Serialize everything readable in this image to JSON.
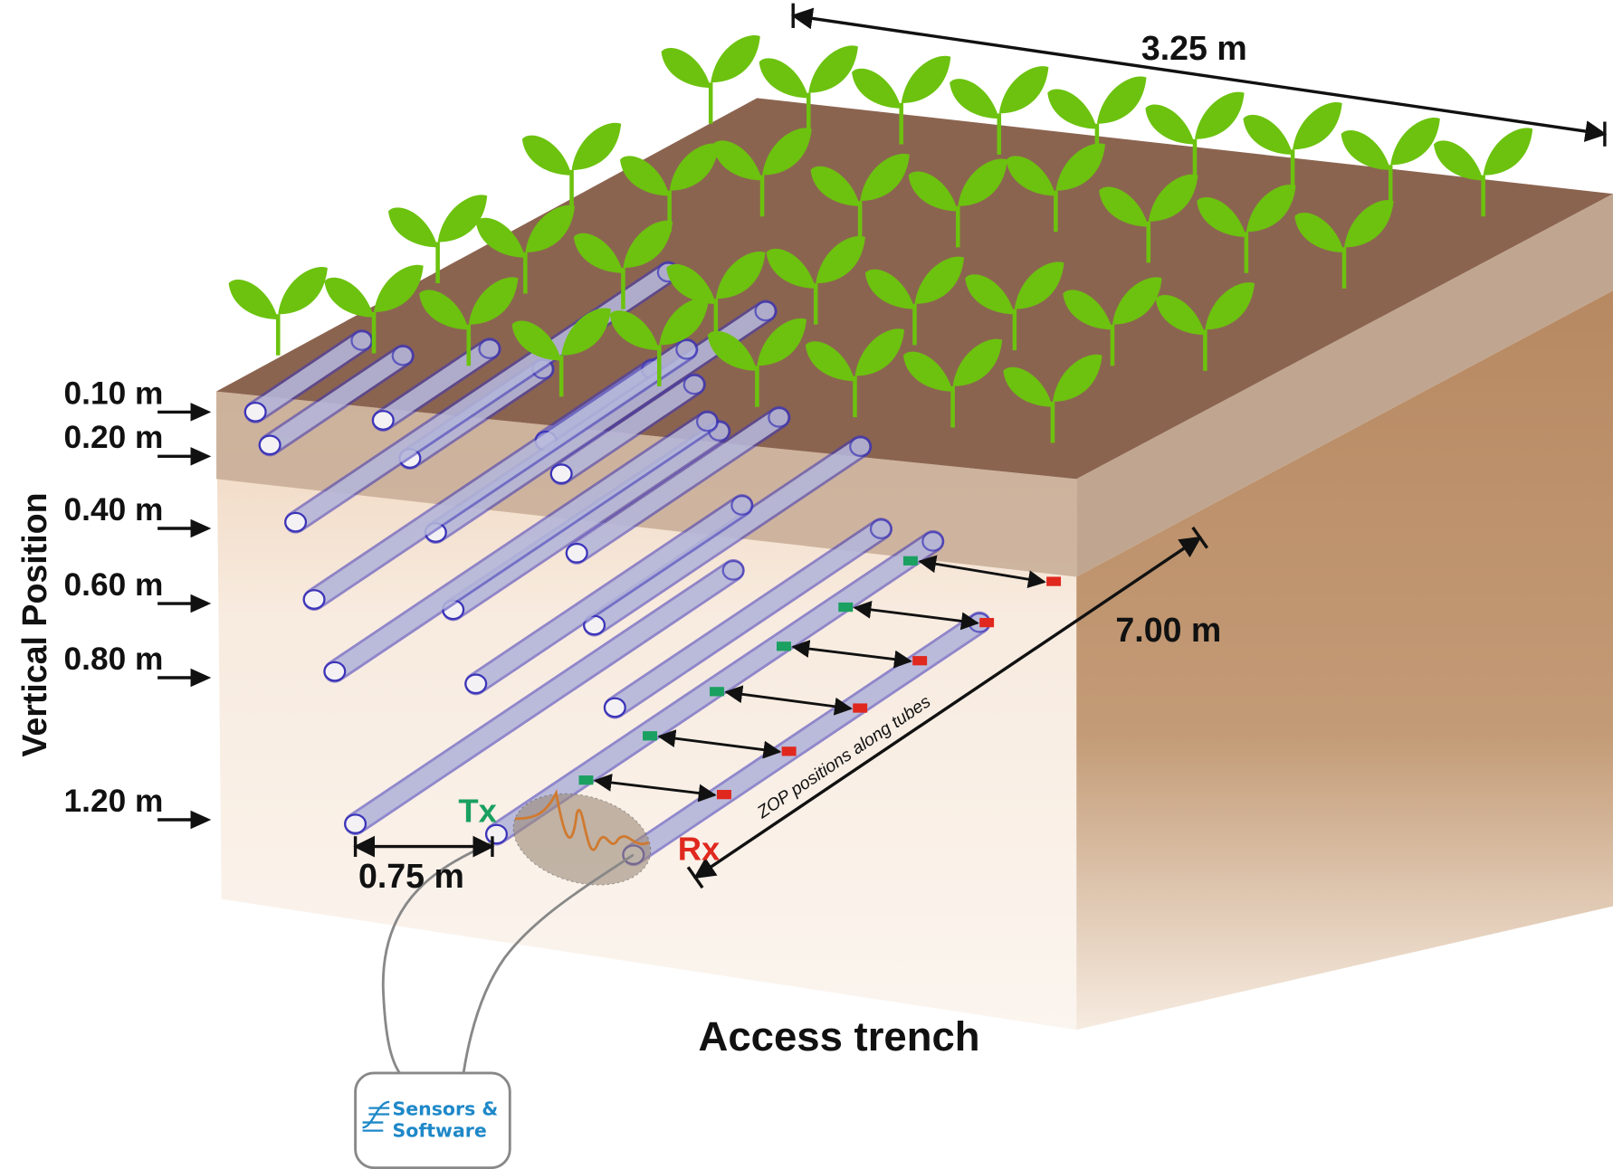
{
  "figure": {
    "vertical_axis_title": "Vertical Position",
    "depth_labels": [
      "0.10 m",
      "0.20 m",
      "0.40 m",
      "0.60 m",
      "0.80 m",
      "1.20 m"
    ],
    "width_dimension": "3.25 m",
    "length_dimension": "7.00 m",
    "tube_spacing": "0.75 m",
    "transmitter_label": "Tx",
    "receiver_label": "Rx",
    "zop_annotation": "ZOP positions along tubes",
    "trench_label": "Access trench",
    "logo": {
      "line1": "Sensors &",
      "line2": "Software"
    }
  },
  "colors": {
    "soil_top": "#8b6450",
    "topsoil_side": "#c0a690",
    "subsoil_side": "#b78962",
    "front_face": "#f5e6d6",
    "plant": "#6cc20e",
    "tube_outline": "#3c34b8",
    "tx": "#1aa060",
    "rx": "#e0281e",
    "logo": "#1e88c8"
  }
}
